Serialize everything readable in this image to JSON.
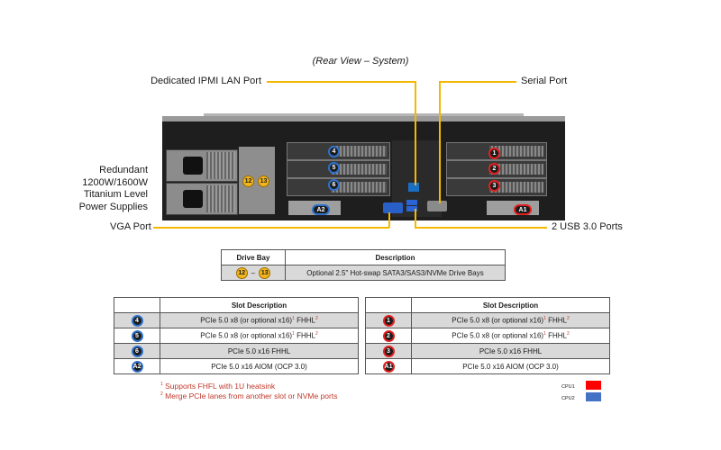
{
  "caption": "(Rear View – System)",
  "callouts": {
    "ipmi": "Dedicated IPMI LAN Port",
    "serial": "Serial Port",
    "psu_line1": "Redundant",
    "psu_line2": "1200W/1600W",
    "psu_line3": "Titanium Level",
    "psu_line4": "Power Supplies",
    "vga": "VGA Port",
    "usb": "2 USB 3.0 Ports"
  },
  "markers": {
    "m4": "4",
    "m5": "5",
    "m6": "6",
    "a2": "A2",
    "m1": "1",
    "m2": "2",
    "m3": "3",
    "a1": "A1",
    "m12": "12",
    "m13": "13"
  },
  "drive_table": {
    "header_bay": "Drive Bay",
    "header_desc": "Description",
    "dash": "–",
    "description": "Optional 2.5\" Hot-swap SATA3/SAS3/NVMe Drive Bays"
  },
  "slot_table_left": {
    "header": "Slot Description",
    "rows": [
      {
        "marker": "4",
        "desc": "PCIe 5.0 x8 (or optional x16)",
        "sup1": "1",
        "tail": " FHHL",
        "sup2": "2"
      },
      {
        "marker": "5",
        "desc": "PCIe 5.0 x8 (or optional x16)",
        "sup1": "1",
        "tail": " FHHL",
        "sup2": "2"
      },
      {
        "marker": "6",
        "desc": "PCIe 5.0 x16 FHHL"
      },
      {
        "marker": "A2",
        "desc": "PCIe 5.0 x16 AIOM (OCP 3.0)"
      }
    ]
  },
  "slot_table_right": {
    "header": "Slot Description",
    "rows": [
      {
        "marker": "1",
        "desc": "PCIe 5.0 x8 (or optional x16)",
        "sup1": "1",
        "tail": " FHHL",
        "sup2": "2"
      },
      {
        "marker": "2",
        "desc": "PCIe 5.0 x8 (or optional x16)",
        "sup1": "1",
        "tail": " FHHL",
        "sup2": "2"
      },
      {
        "marker": "3",
        "desc": "PCIe 5.0 x16 FHHL"
      },
      {
        "marker": "A1",
        "desc": "PCIe 5.0 x16 AIOM (OCP 3.0)"
      }
    ]
  },
  "notes": {
    "n1_num": "1",
    "n1_text": " Supports FHFL with 1U heatsink",
    "n2_num": "2",
    "n2_text": " Merge PCIe lanes from another slot or NVMe ports"
  },
  "legend": {
    "cpu1": "CPU1",
    "cpu1_color": "#ff0000",
    "cpu2": "CPU2",
    "cpu2_color": "#4472c4"
  }
}
